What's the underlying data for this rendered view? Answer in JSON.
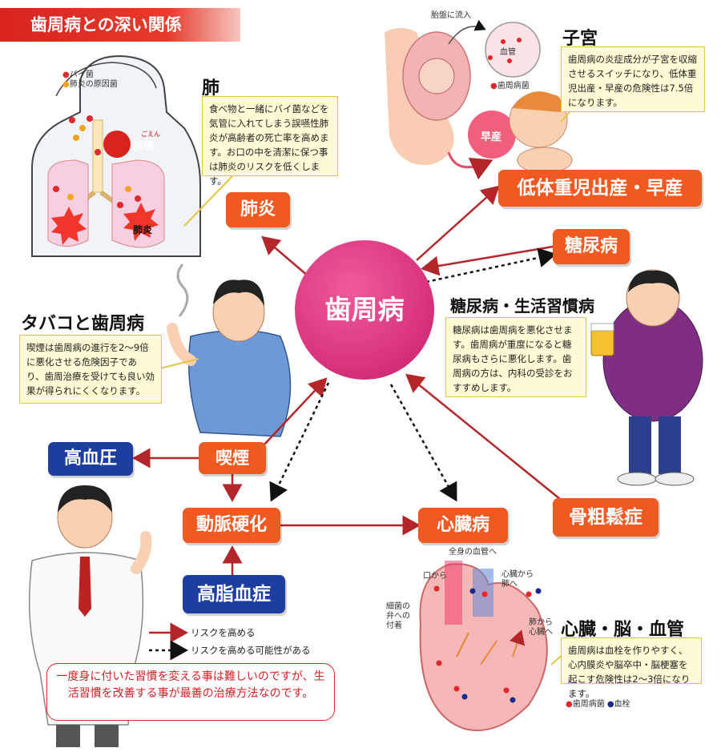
{
  "title": "歯周病との深い関係",
  "center": "歯周病",
  "lung": {
    "title": "肺",
    "legend_bacteria": "バイ菌",
    "legend_pneumonia": "肺炎の原因菌",
    "aspiration_ruby": "ごえん",
    "aspiration": "誤嚥",
    "pneumonia_label": "肺炎",
    "note": "食べ物と一緒にバイ菌などを気管に入れてしまう誤嚥性肺炎が高齢者の死亡率を高めます。お口の中を清潔に保つ事は肺炎のリスクを低くします。"
  },
  "uterus": {
    "title": "子宮",
    "placenta": "胎盤に流入",
    "vessel": "血管",
    "bacteria_legend": "歯周病菌",
    "preterm": "早産",
    "note": "歯周病の炎症成分が子宮を収縮させるスイッチになり、低体重児出産・早産の危険性は7.5倍になります。"
  },
  "tags": {
    "pneumonia": "肺炎",
    "low_birth": "低体重児出産・早産",
    "diabetes": "糖尿病",
    "smoking": "喫煙",
    "hypertension": "高血圧",
    "arteriosclerosis": "動脈硬化",
    "heart": "心臓病",
    "osteoporosis": "骨粗鬆症",
    "hyperlipidemia": "高脂血症"
  },
  "tobacco": {
    "title": "タバコと歯周病",
    "note": "喫煙は歯周病の進行を2〜9倍に悪化させる危険因子であり、歯周治療を受けても良い効果が得られにくくなります。"
  },
  "diabetes": {
    "title": "糖尿病・生活習慣病",
    "note": "糖尿病は歯周病を悪化させます。歯周病が重度になると糖尿病もさらに悪化します。歯周病の方は、内科の受診をおすすめします。"
  },
  "heart": {
    "title": "心臓・脳・血管",
    "all_body": "全身の血管へ",
    "from_mouth": "口から",
    "heart_to_lung": "心臓から肺へ",
    "lung_to_heart": "肺から心臓へ",
    "valve": "細菌の弁への付着",
    "note": "歯周病は血栓を作りやすく、心内膜炎や脳卒中・脳梗塞を起こす危険性は2〜3倍になります。",
    "legend_bacteria": "歯周病菌",
    "legend_clot": "血栓"
  },
  "legend": {
    "solid": "リスクを高める",
    "dotted": "リスクを高める可能性がある"
  },
  "message": "一度身に付いた習慣を変える事は難しいのですが、生活習慣を改善する事が最善の治療方法なのです。",
  "colors": {
    "accent_red": "#d9231f",
    "tag_orange": "#ef5a22",
    "tag_blue": "#1d3ea0",
    "center_pink": "#d62f7a",
    "arrow_red": "#b3262a",
    "note_bg": "#fffbd6"
  }
}
